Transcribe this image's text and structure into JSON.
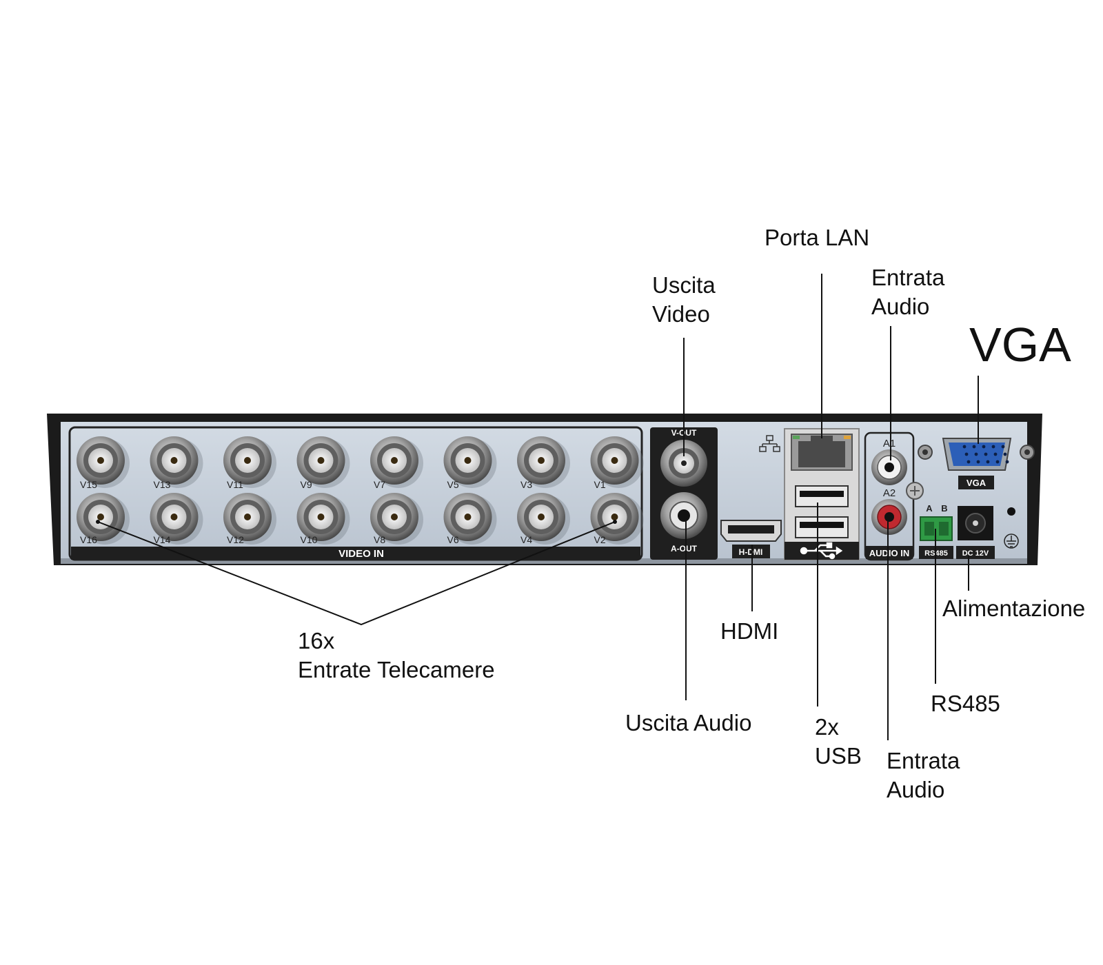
{
  "panel": {
    "video_in_title": "VIDEO IN",
    "video_inputs_top": [
      "V15",
      "V13",
      "V11",
      "V9",
      "V7",
      "V5",
      "V3",
      "V1"
    ],
    "video_inputs_bottom": [
      "V16",
      "V14",
      "V12",
      "V10",
      "V8",
      "V6",
      "V4",
      "V2"
    ],
    "v_out": "V-OUT",
    "a_out": "A-OUT",
    "hdmi": "H-DMI",
    "a1": "A1",
    "a2": "A2",
    "audio_in": "AUDIO IN",
    "rs485_a": "A",
    "rs485_b": "B",
    "rs485": "RS485",
    "dc": "DC 12V",
    "vga": "VGA"
  },
  "callouts": {
    "porta_lan": "Porta LAN",
    "uscita_video": [
      "Uscita",
      "Video"
    ],
    "entrata_audio_top": [
      "Entrata",
      "Audio"
    ],
    "vga": "VGA",
    "inputs": [
      "16x",
      "Entrate Telecamere"
    ],
    "hdmi": "HDMI",
    "alimentazione": "Alimentazione",
    "uscita_audio": "Uscita Audio",
    "usb": [
      "2x",
      "USB"
    ],
    "rs485": "RS485",
    "entrata_audio_bottom": [
      "Entrata",
      "Audio"
    ]
  },
  "colors": {
    "panel": "#c5ced9",
    "frame": "#1b1b1b",
    "bnc": "#8a8a8a",
    "vga_port": "#2c5fb8",
    "rca_red": "#c0292f",
    "terminal_green": "#2f9a45"
  }
}
